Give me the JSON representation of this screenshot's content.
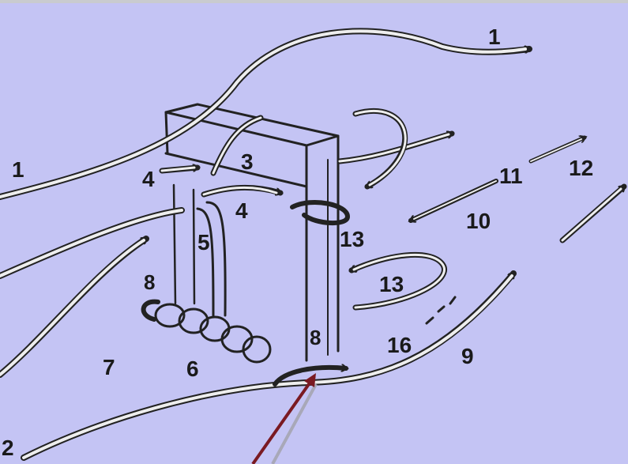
{
  "colors": {
    "background": "#c4c4f4",
    "topbar": "#c9cbcf",
    "ink": "#222222",
    "pointer_arrow": "#7a1a22",
    "pointer_shadow": "#a8a8b8"
  },
  "labels": {
    "l1_top": "1",
    "l1_left": "1",
    "l2": "2",
    "l3": "3",
    "l4_a": "4",
    "l4_b": "4",
    "l5": "5",
    "l6": "6",
    "l7": "7",
    "l8_left": "8",
    "l8_right": "8",
    "l9": "9",
    "l10": "10",
    "l11": "11",
    "l12": "12",
    "l13_a": "13",
    "l13_b": "13",
    "l16": "16"
  }
}
